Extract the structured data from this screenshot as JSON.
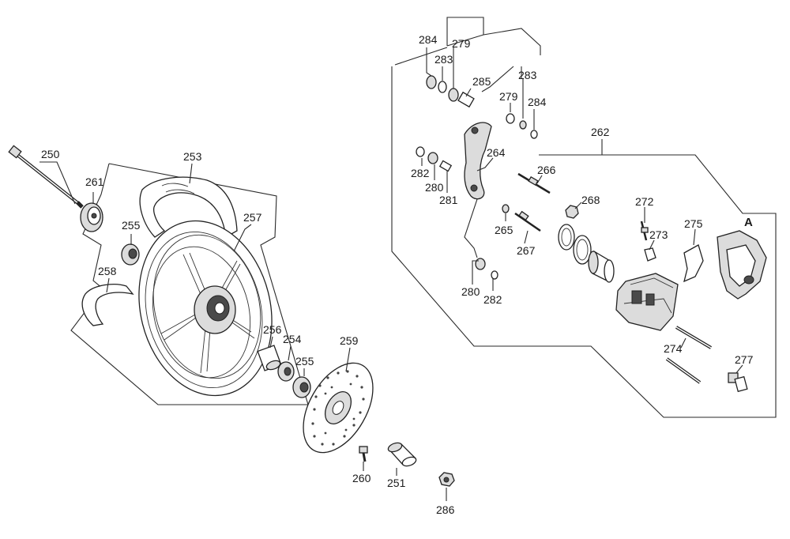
{
  "diagram": {
    "part_labels": {
      "p250": "250",
      "p261": "261",
      "p253": "253",
      "p255a": "255",
      "p257": "257",
      "p258": "258",
      "p256": "256",
      "p254": "254",
      "p255b": "255",
      "p259": "259",
      "p260": "260",
      "p251": "251",
      "p286": "286",
      "p284a": "284",
      "p283a": "283",
      "p279a": "279",
      "p285": "285",
      "p283b": "283",
      "p279b": "279",
      "p284b": "284",
      "p262": "262",
      "p264": "264",
      "p282a": "282",
      "p280a": "280",
      "p281": "281",
      "p266": "266",
      "p268": "268",
      "p265": "265",
      "p267": "267",
      "p272": "272",
      "p273": "273",
      "p275": "275",
      "pA": "A",
      "p280b": "280",
      "p282b": "282",
      "p274": "274",
      "p277": "277"
    }
  }
}
